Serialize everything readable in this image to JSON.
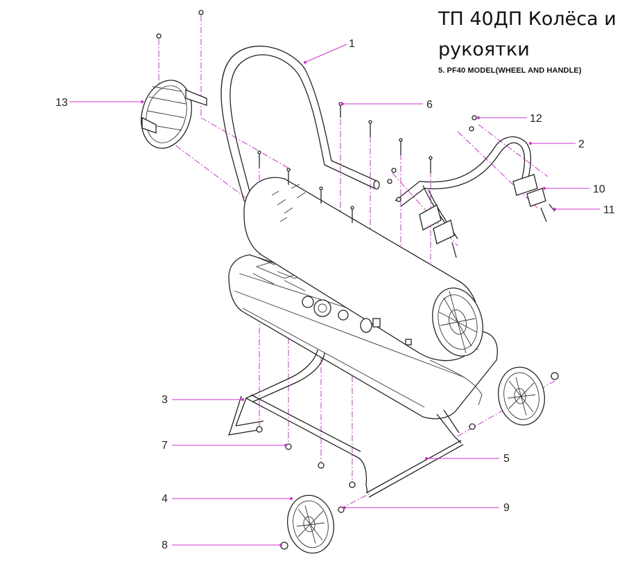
{
  "title": "ТП 40ДП Колёса и рукоятки",
  "subtitle": "5. PF40 MODEL(WHEEL AND HANDLE)",
  "callouts": [
    "1",
    "2",
    "3",
    "4",
    "5",
    "6",
    "7",
    "8",
    "9",
    "10",
    "11",
    "12",
    "13"
  ],
  "colors": {
    "leader": "#cc33cc",
    "line": "#222222",
    "background": "#ffffff"
  }
}
